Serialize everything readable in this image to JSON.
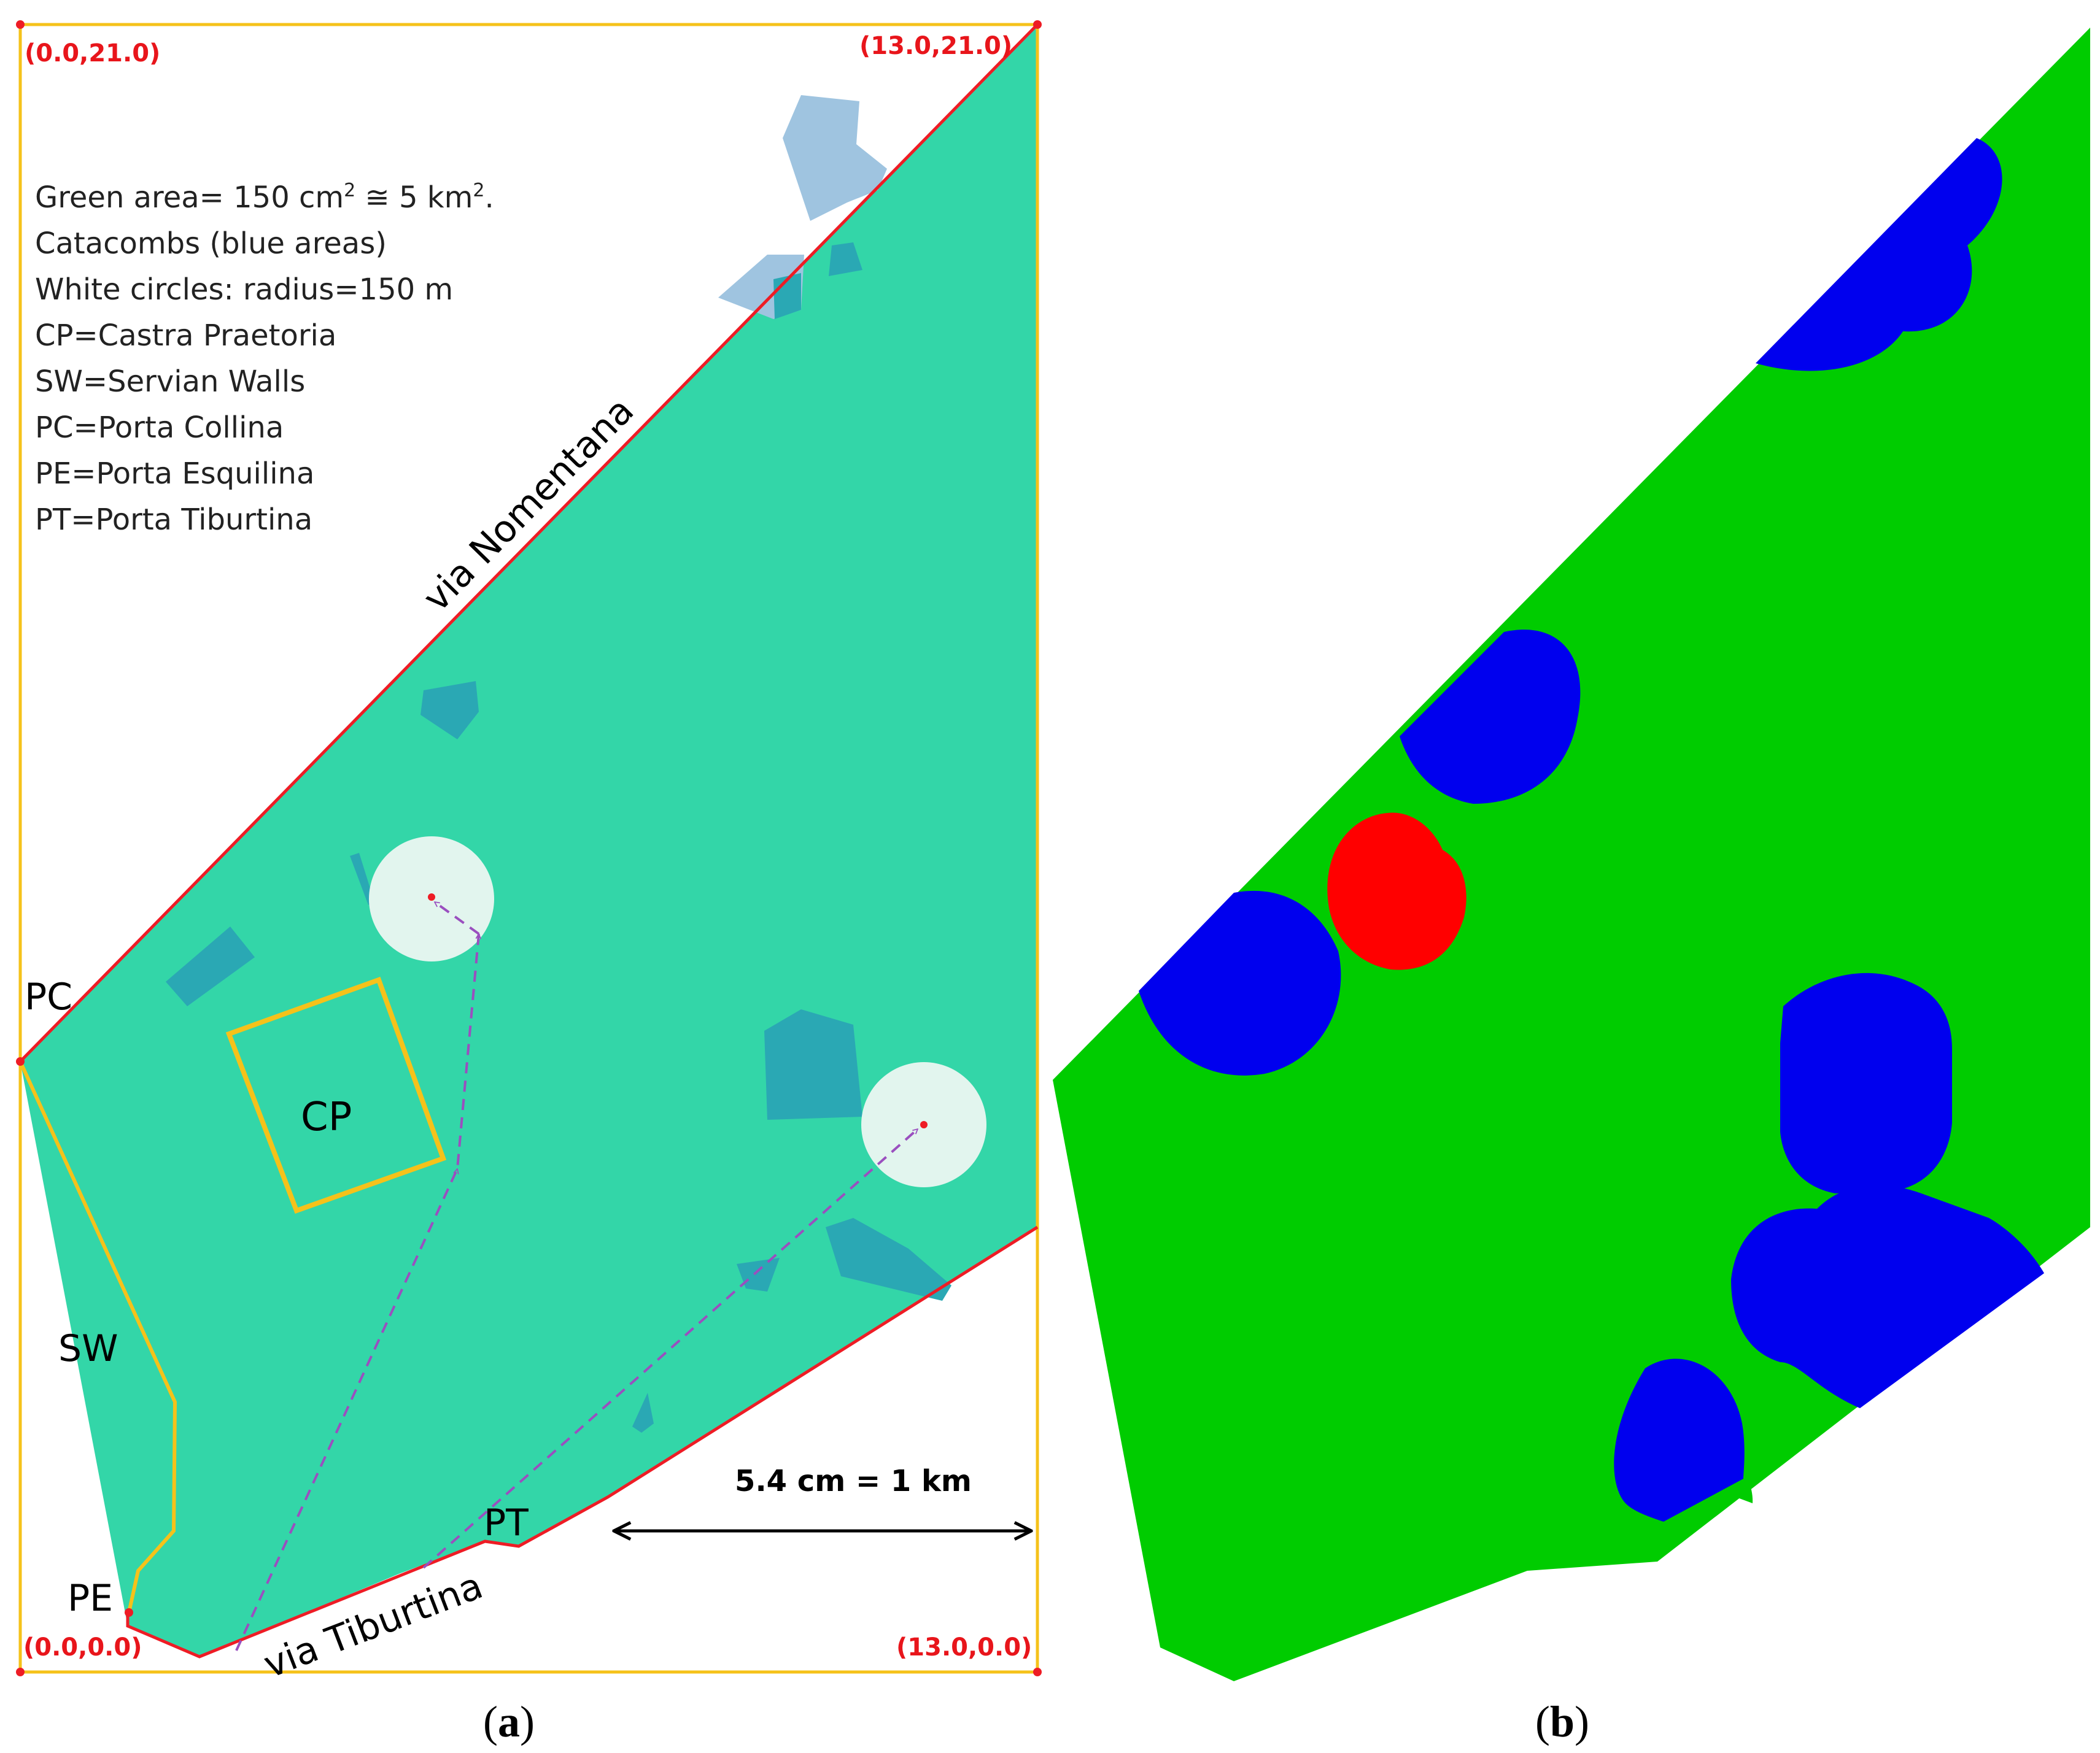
{
  "panel_a": {
    "corners": {
      "top_left": "(0.0,21.0)",
      "top_right": "(13.0,21.0)",
      "bottom_left": "(0.0,0.0)",
      "bottom_right": "(13.0,0.0)"
    },
    "legend": {
      "green_area_prefix": "Green area= 150 cm",
      "sup": "2",
      "approx": " ≅ 5 km",
      "sup2": "2",
      "period": ".",
      "lines": [
        "Catacombs (blue areas)",
        "White circles: radius=150 m",
        "CP=Castra Praetoria",
        "SW=Servian  Walls",
        "PC=Porta Collina",
        "PE=Porta Esquilina",
        "PT=Porta Tiburtina"
      ]
    },
    "road_labels": {
      "nomentana": "via Nomentana",
      "tiburtina": "via Tiburtina"
    },
    "point_labels": {
      "pc": "PC",
      "pe": "PE",
      "pt": "PT",
      "sw": "SW",
      "cp": "CP"
    },
    "scale_bar": "5.4 cm = 1 km",
    "caption": {
      "open": "(",
      "letter": "a",
      "close": ")"
    }
  },
  "panel_b": {
    "caption": {
      "open": "(",
      "letter": "b",
      "close": ")"
    }
  },
  "colors": {
    "green_area": "#33d6a8",
    "catacomb": "#2aa8b4",
    "catacomb_light": "#9fc4e0",
    "frame": "#f5c21a",
    "road": "#ee1c25",
    "corner_text": "#e8151b",
    "path": "#9a4fbf",
    "circle": "#e2f5ee",
    "panel_b_green": "#00cc00",
    "panel_b_blue": "#0000ee",
    "panel_b_red": "#ff0000"
  }
}
